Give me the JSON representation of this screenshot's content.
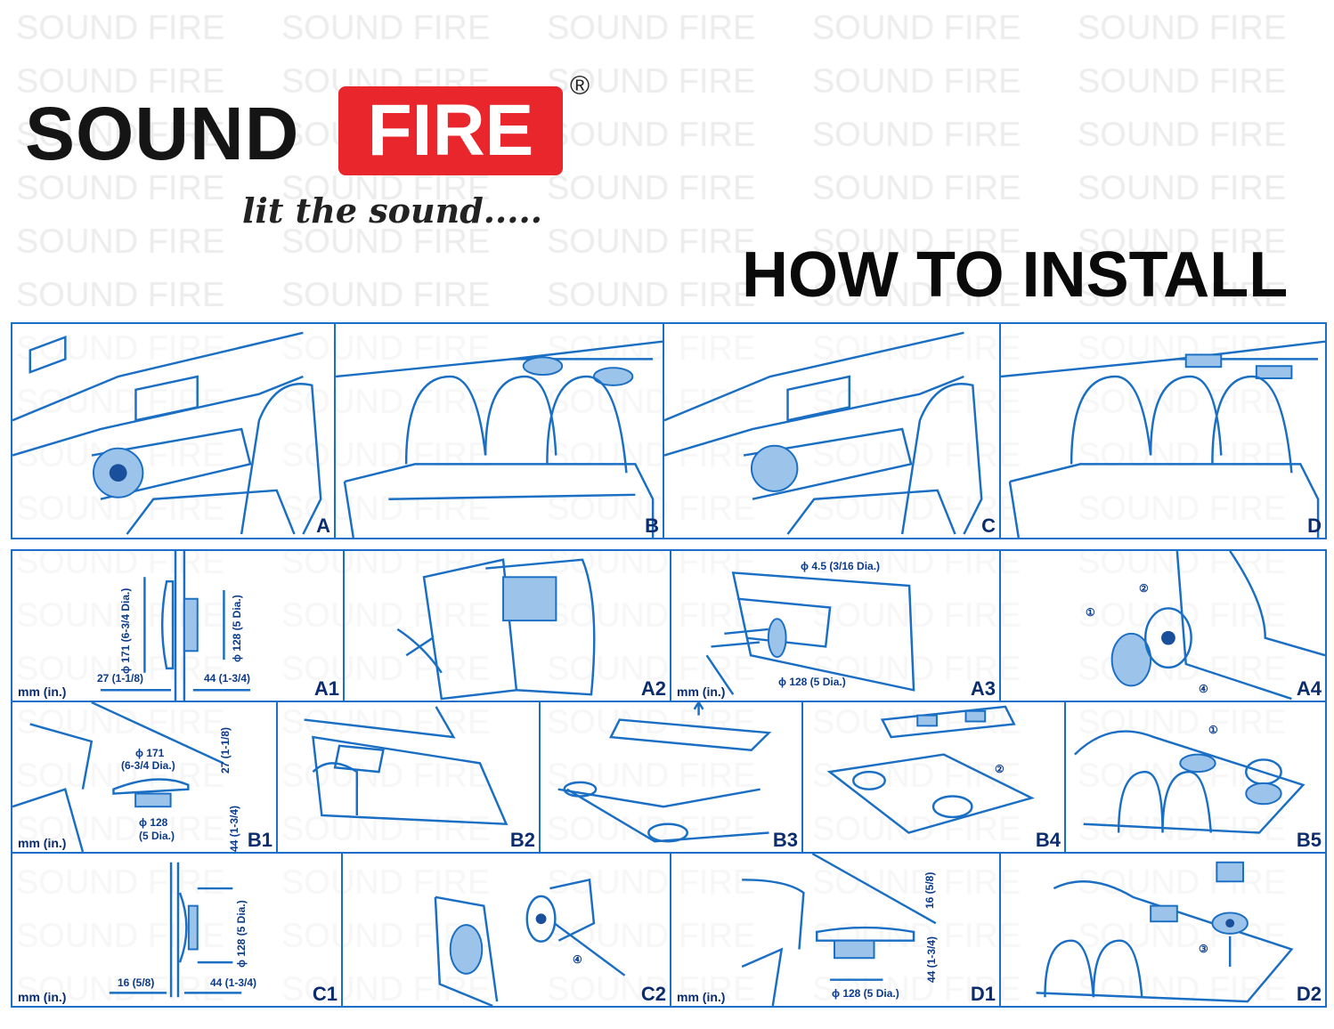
{
  "watermark": "SOUND FIRE",
  "logo": {
    "word1": "SOUND",
    "word2": "FIRE",
    "registered": "®",
    "tagline": "lit the sound.....",
    "brand_red": "#e8262c"
  },
  "title": "HOW TO INSTALL",
  "diagram_color": "#1a6fc4",
  "unit_label": "mm (in.)",
  "overview_panels": [
    {
      "label": "A"
    },
    {
      "label": "B"
    },
    {
      "label": "C"
    },
    {
      "label": "D"
    }
  ],
  "steps": {
    "A1": {
      "label": "A1",
      "dims": [
        "ϕ 171 (6-3/4 Dia.)",
        "ϕ 128 (5 Dia.)",
        "27 (1-1/8)",
        "44 (1-3/4)"
      ]
    },
    "A2": {
      "label": "A2"
    },
    "A3": {
      "label": "A3",
      "dims": [
        "ϕ 4.5 (3/16 Dia.)",
        "ϕ 128 (5 Dia.)"
      ]
    },
    "A4": {
      "label": "A4",
      "callouts": [
        "①",
        "②",
        "④"
      ]
    },
    "B1": {
      "label": "B1",
      "dims": [
        "ϕ 171",
        "(6-3/4 Dia.)",
        "ϕ 128",
        "(5 Dia.)",
        "27 (1-1/8)",
        "44 (1-3/4)"
      ]
    },
    "B2": {
      "label": "B2"
    },
    "B3": {
      "label": "B3"
    },
    "B4": {
      "label": "B4",
      "callouts": [
        "②"
      ]
    },
    "B5": {
      "label": "B5",
      "callouts": [
        "①"
      ]
    },
    "C1": {
      "label": "C1",
      "dims": [
        "ϕ 128 (5 Dia.)",
        "16 (5/8)",
        "44 (1-3/4)"
      ]
    },
    "C2": {
      "label": "C2",
      "callouts": [
        "④"
      ]
    },
    "D1": {
      "label": "D1",
      "dims": [
        "16 (5/8)",
        "44 (1-3/4)",
        "ϕ 128 (5 Dia.)"
      ]
    },
    "D2": {
      "label": "D2",
      "callouts": [
        "③"
      ]
    }
  }
}
